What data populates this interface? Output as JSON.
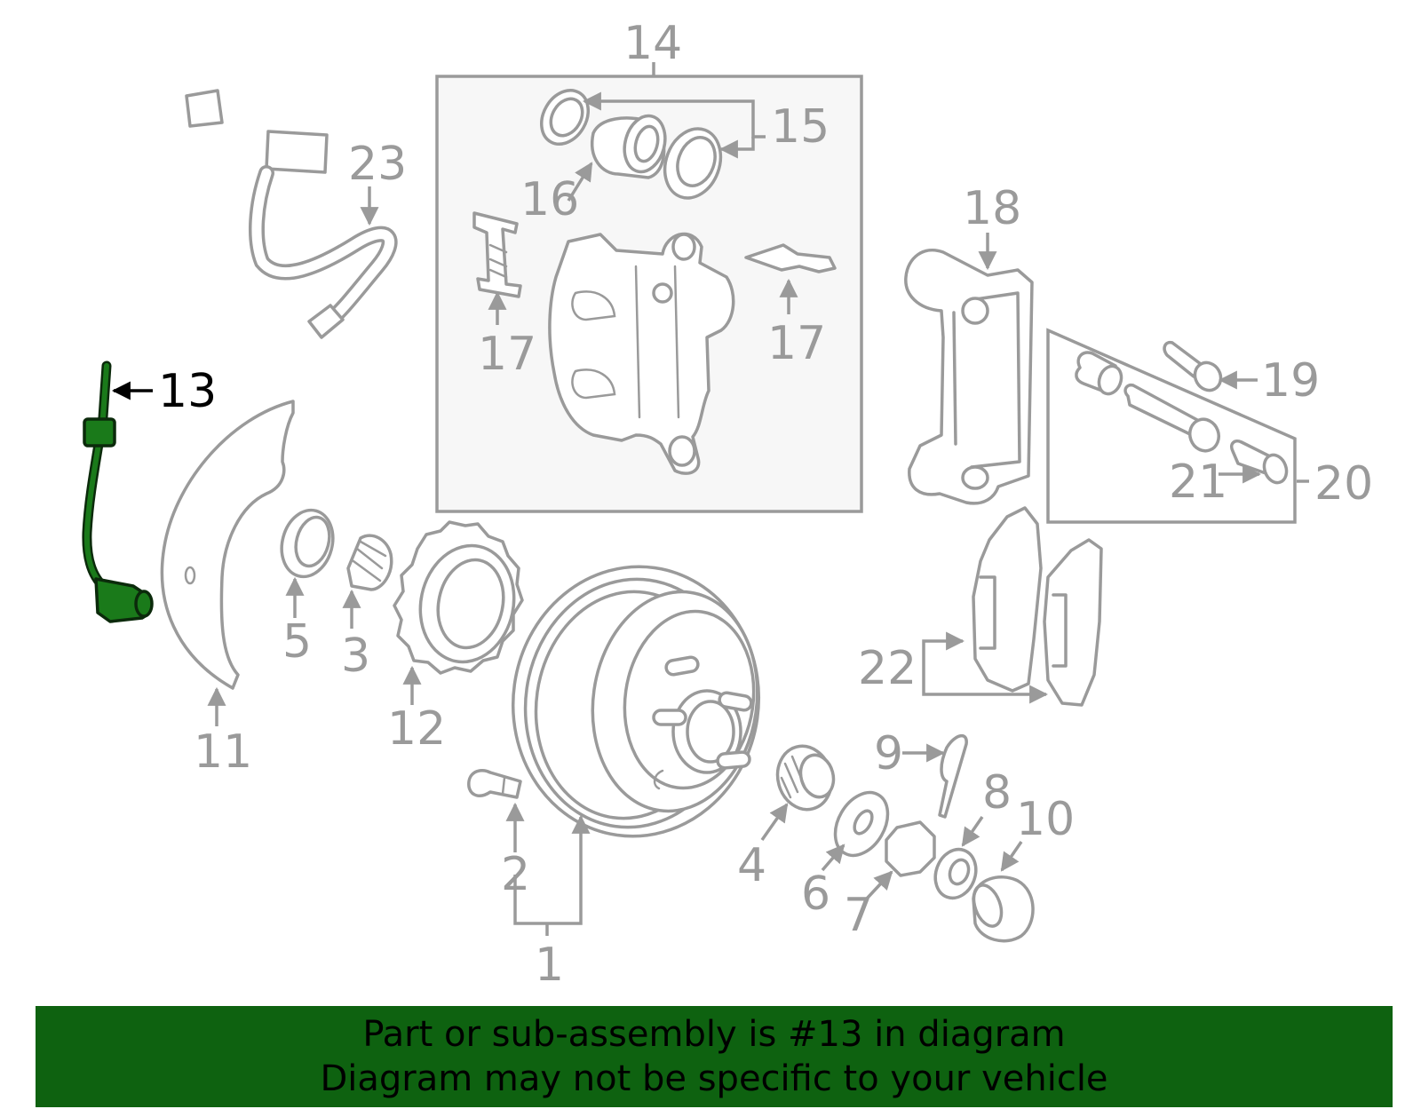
{
  "callouts": {
    "c1": "1",
    "c2": "2",
    "c3": "3",
    "c4": "4",
    "c5": "5",
    "c6": "6",
    "c7": "7",
    "c8": "8",
    "c9": "9",
    "c10": "10",
    "c11": "11",
    "c12": "12",
    "c13": "13",
    "c14": "14",
    "c15": "15",
    "c16": "16",
    "c17a": "17",
    "c17b": "17",
    "c18": "18",
    "c19": "19",
    "c20": "20",
    "c21": "21",
    "c22": "22",
    "c23": "23"
  },
  "highlight": {
    "part": "13",
    "color": "#1a7a1a"
  },
  "banner": {
    "line1": "Part or sub-assembly is #13 in diagram",
    "line2": "Diagram may not be specific to your vehicle",
    "background": "#0e6210"
  }
}
